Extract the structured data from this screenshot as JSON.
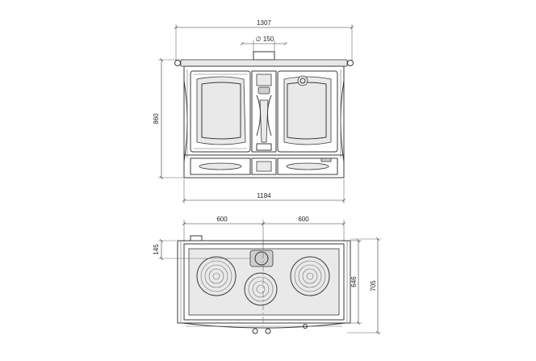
{
  "front_view": {
    "width_overall": "1307",
    "flue_diameter": "∅ 150",
    "height": "860",
    "width_body": "1184"
  },
  "top_view": {
    "left_half": "600",
    "right_half": "600",
    "offset": "145",
    "depth_inner": "646",
    "depth_overall": "705"
  }
}
